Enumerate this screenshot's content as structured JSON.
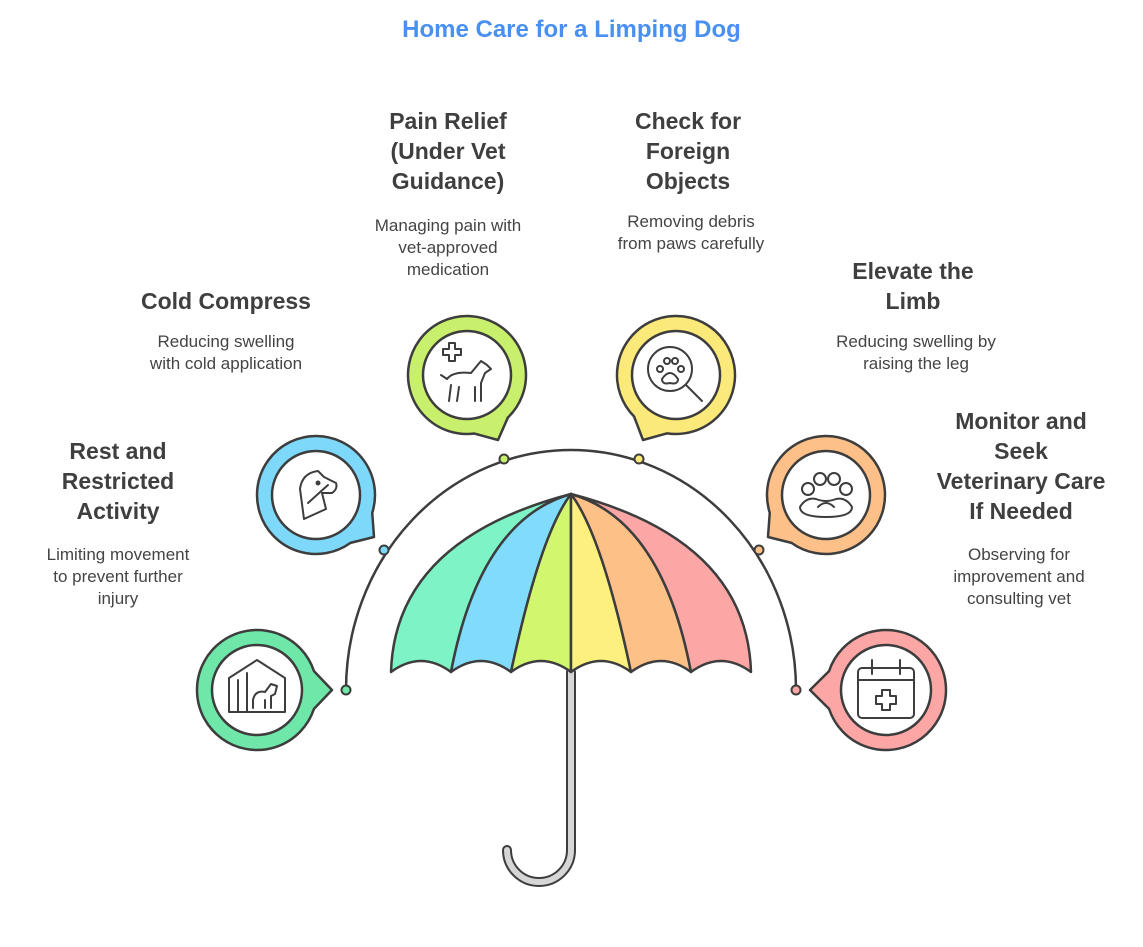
{
  "title": "Home Care for a Limping Dog",
  "steps": [
    {
      "title_lines": [
        "Rest and",
        "Restricted",
        "Activity"
      ],
      "desc_lines": [
        "Limiting movement",
        "to prevent further",
        "injury"
      ],
      "color": "#6ee7a8",
      "icon": "dog-in-crate-icon"
    },
    {
      "title_lines": [
        "Cold Compress"
      ],
      "desc_lines": [
        "Reducing swelling",
        "with cold application"
      ],
      "color": "#7dd8fa",
      "icon": "cold-compress-icon"
    },
    {
      "title_lines": [
        "Pain Relief",
        "(Under Vet",
        "Guidance)"
      ],
      "desc_lines": [
        "Managing pain with",
        "vet-approved",
        "medication"
      ],
      "color": "#c8f06c",
      "icon": "dog-medical-cross-icon"
    },
    {
      "title_lines": [
        "Check for",
        "Foreign",
        "Objects"
      ],
      "desc_lines": [
        "Removing debris",
        "from paws carefully"
      ],
      "color": "#fbe97a",
      "icon": "paw-magnifier-icon"
    },
    {
      "title_lines": [
        "Elevate the",
        "Limb"
      ],
      "desc_lines": [
        "Reducing swelling by",
        "raising the leg"
      ],
      "color": "#fdc088",
      "icon": "raised-paw-icon"
    },
    {
      "title_lines": [
        "Monitor and",
        "Seek",
        "Veterinary Care",
        "If Needed"
      ],
      "desc_lines": [
        "Observing for",
        "improvement and",
        "consulting vet"
      ],
      "color": "#fca7a5",
      "icon": "vet-calendar-icon"
    }
  ],
  "umbrella_colors": [
    "#7df3c6",
    "#80dcfa",
    "#d2f76f",
    "#fdf07e",
    "#fdc188",
    "#fca7a5"
  ]
}
